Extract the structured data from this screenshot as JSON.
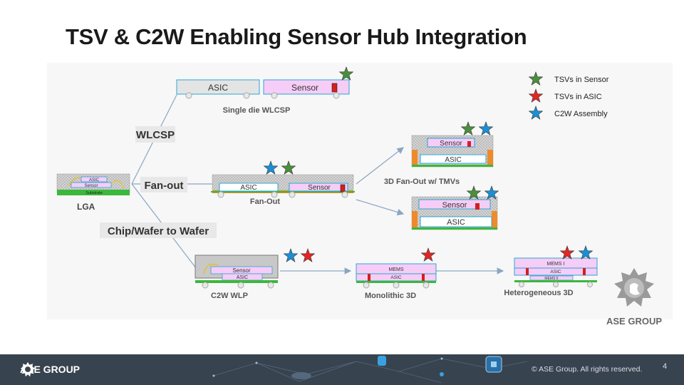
{
  "slide": {
    "title": "TSV & C2W Enabling Sensor Hub Integration",
    "page_number": "4"
  },
  "legend": [
    {
      "label": "TSVs in Sensor",
      "color": "#4a8f3a"
    },
    {
      "label": "TSVs in ASIC",
      "color": "#e02626"
    },
    {
      "label": "C2W Assembly",
      "color": "#1a8fd6"
    }
  ],
  "paths": {
    "wlcsp": "WLCSP",
    "fanout": "Fan-out",
    "c2w": "Chip/Wafer to Wafer"
  },
  "packages": {
    "lga": {
      "caption": "LGA",
      "asic": "ASIC",
      "sensor": "Sensor",
      "substrate": "Substrate"
    },
    "wlcsp": {
      "caption": "Single die WLCSP",
      "asic": "ASIC",
      "sensor": "Sensor"
    },
    "fanout": {
      "caption": "Fan-Out",
      "asic": "ASIC",
      "sensor": "Sensor"
    },
    "fanout3d": {
      "caption": "3D Fan-Out w/ TMVs",
      "sensor": "Sensor",
      "asic": "ASIC"
    },
    "c2w_wlp": {
      "caption": "C2W WLP",
      "sensor": "Sensor",
      "asic": "ASIC"
    },
    "monolithic": {
      "caption": "Monolithic 3D",
      "mems": "MEMS",
      "asic": "ASIC"
    },
    "heterogeneous": {
      "caption": "Heterogeneous 3D",
      "mems": "MEMS I",
      "asic": "ASIC",
      "mems2": "MEMS II"
    }
  },
  "brand": {
    "name": "ASE GROUP",
    "footer_name": "ASE GROUP",
    "copyright": "© ASE Group. All rights reserved."
  },
  "colors": {
    "panel": "#f7f7f7",
    "footer": "#384350",
    "die_fill": "#f6cdf6",
    "die_edge": "#2aa7d6",
    "mold": "#c8c8c8",
    "substrate": "#3bb83b",
    "rdl": "#ee8a2a"
  },
  "icons": [
    "star-icon",
    "ase-gear-logo-icon"
  ]
}
